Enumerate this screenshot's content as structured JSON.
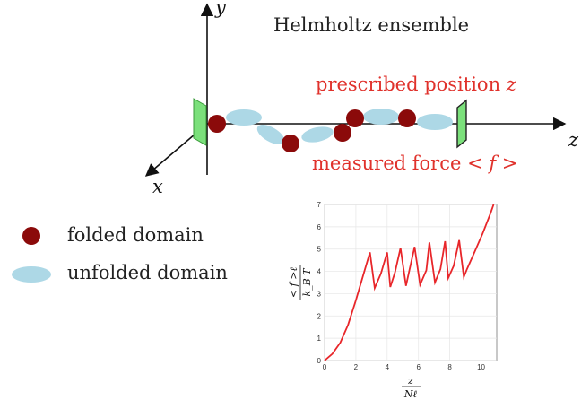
{
  "diagram": {
    "title": "Helmholtz ensemble",
    "prescribed_label_prefix": "prescribed position ",
    "prescribed_var": "z",
    "measured_label_prefix": "measured force ",
    "measured_var": "< f >",
    "axes": {
      "x": "x",
      "y": "y",
      "z": "z"
    },
    "colors": {
      "folded": "#8b0a0a",
      "unfolded": "#add8e6",
      "clamp": "#7be07b",
      "accent": "#e0322c"
    }
  },
  "legend": {
    "folded": "folded domain",
    "unfolded": "unfolded domain"
  },
  "chart_data": {
    "type": "line",
    "xlabel_num": "z",
    "xlabel_den": "Nℓ",
    "ylabel_num": "< f >ℓ",
    "ylabel_den": "k_B T",
    "xlim": [
      0,
      11
    ],
    "ylim": [
      0,
      7
    ],
    "xticks": [
      "0",
      "2",
      "4",
      "6",
      "8",
      "10"
    ],
    "yticks": [
      "0",
      "1",
      "2",
      "3",
      "4",
      "5",
      "6",
      "7"
    ],
    "series": [
      {
        "color": "#e8262a",
        "x": [
          0,
          0.5,
          1.0,
          1.5,
          2.0,
          2.5,
          2.9,
          3.2,
          3.6,
          4.0,
          4.2,
          4.5,
          4.85,
          5.2,
          5.4,
          5.75,
          6.1,
          6.5,
          6.7,
          7.05,
          7.4,
          7.7,
          7.9,
          8.25,
          8.6,
          8.9,
          9.1,
          9.6,
          10.1,
          10.6,
          10.8
        ],
        "y": [
          0,
          0.3,
          0.8,
          1.6,
          2.7,
          3.9,
          4.85,
          3.25,
          3.9,
          4.85,
          3.3,
          3.95,
          5.05,
          3.35,
          4.0,
          5.1,
          3.4,
          4.05,
          5.3,
          3.5,
          4.1,
          5.35,
          3.7,
          4.25,
          5.4,
          3.75,
          4.1,
          4.9,
          5.7,
          6.6,
          7.0
        ]
      }
    ]
  }
}
